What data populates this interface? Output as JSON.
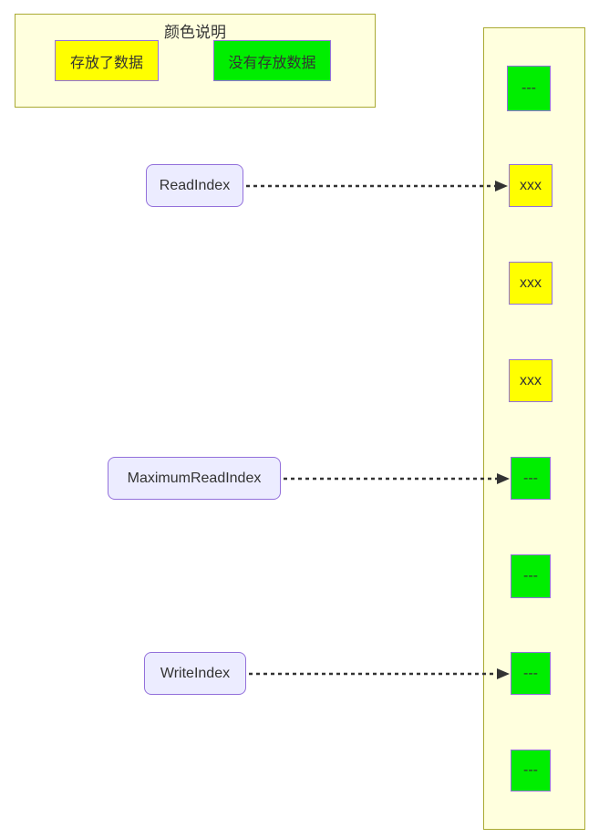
{
  "diagram": {
    "legend": {
      "title": "颜色说明",
      "items": [
        {
          "label": "存放了数据",
          "state": "filled",
          "color": "#ffff00"
        },
        {
          "label": "没有存放数据",
          "state": "empty",
          "color": "#00ee00"
        }
      ]
    },
    "pointers": [
      {
        "label": "ReadIndex",
        "target_cell_index": 1
      },
      {
        "label": "MaximumReadIndex",
        "target_cell_index": 4
      },
      {
        "label": "WriteIndex",
        "target_cell_index": 6
      }
    ],
    "buffer": {
      "cells": [
        {
          "label": "---",
          "state": "empty"
        },
        {
          "label": "xxx",
          "state": "filled"
        },
        {
          "label": "xxx",
          "state": "filled"
        },
        {
          "label": "xxx",
          "state": "filled"
        },
        {
          "label": "---",
          "state": "empty"
        },
        {
          "label": "---",
          "state": "empty"
        },
        {
          "label": "---",
          "state": "empty"
        },
        {
          "label": "---",
          "state": "empty"
        }
      ]
    },
    "colors": {
      "filled": "#ffff00",
      "empty": "#00ee00",
      "cluster_fill": "#ffffde",
      "cluster_border": "#aaaa33",
      "node_border": "#9370db",
      "pointer_fill": "#ececff",
      "text": "#333333",
      "arrow": "#333333"
    }
  }
}
